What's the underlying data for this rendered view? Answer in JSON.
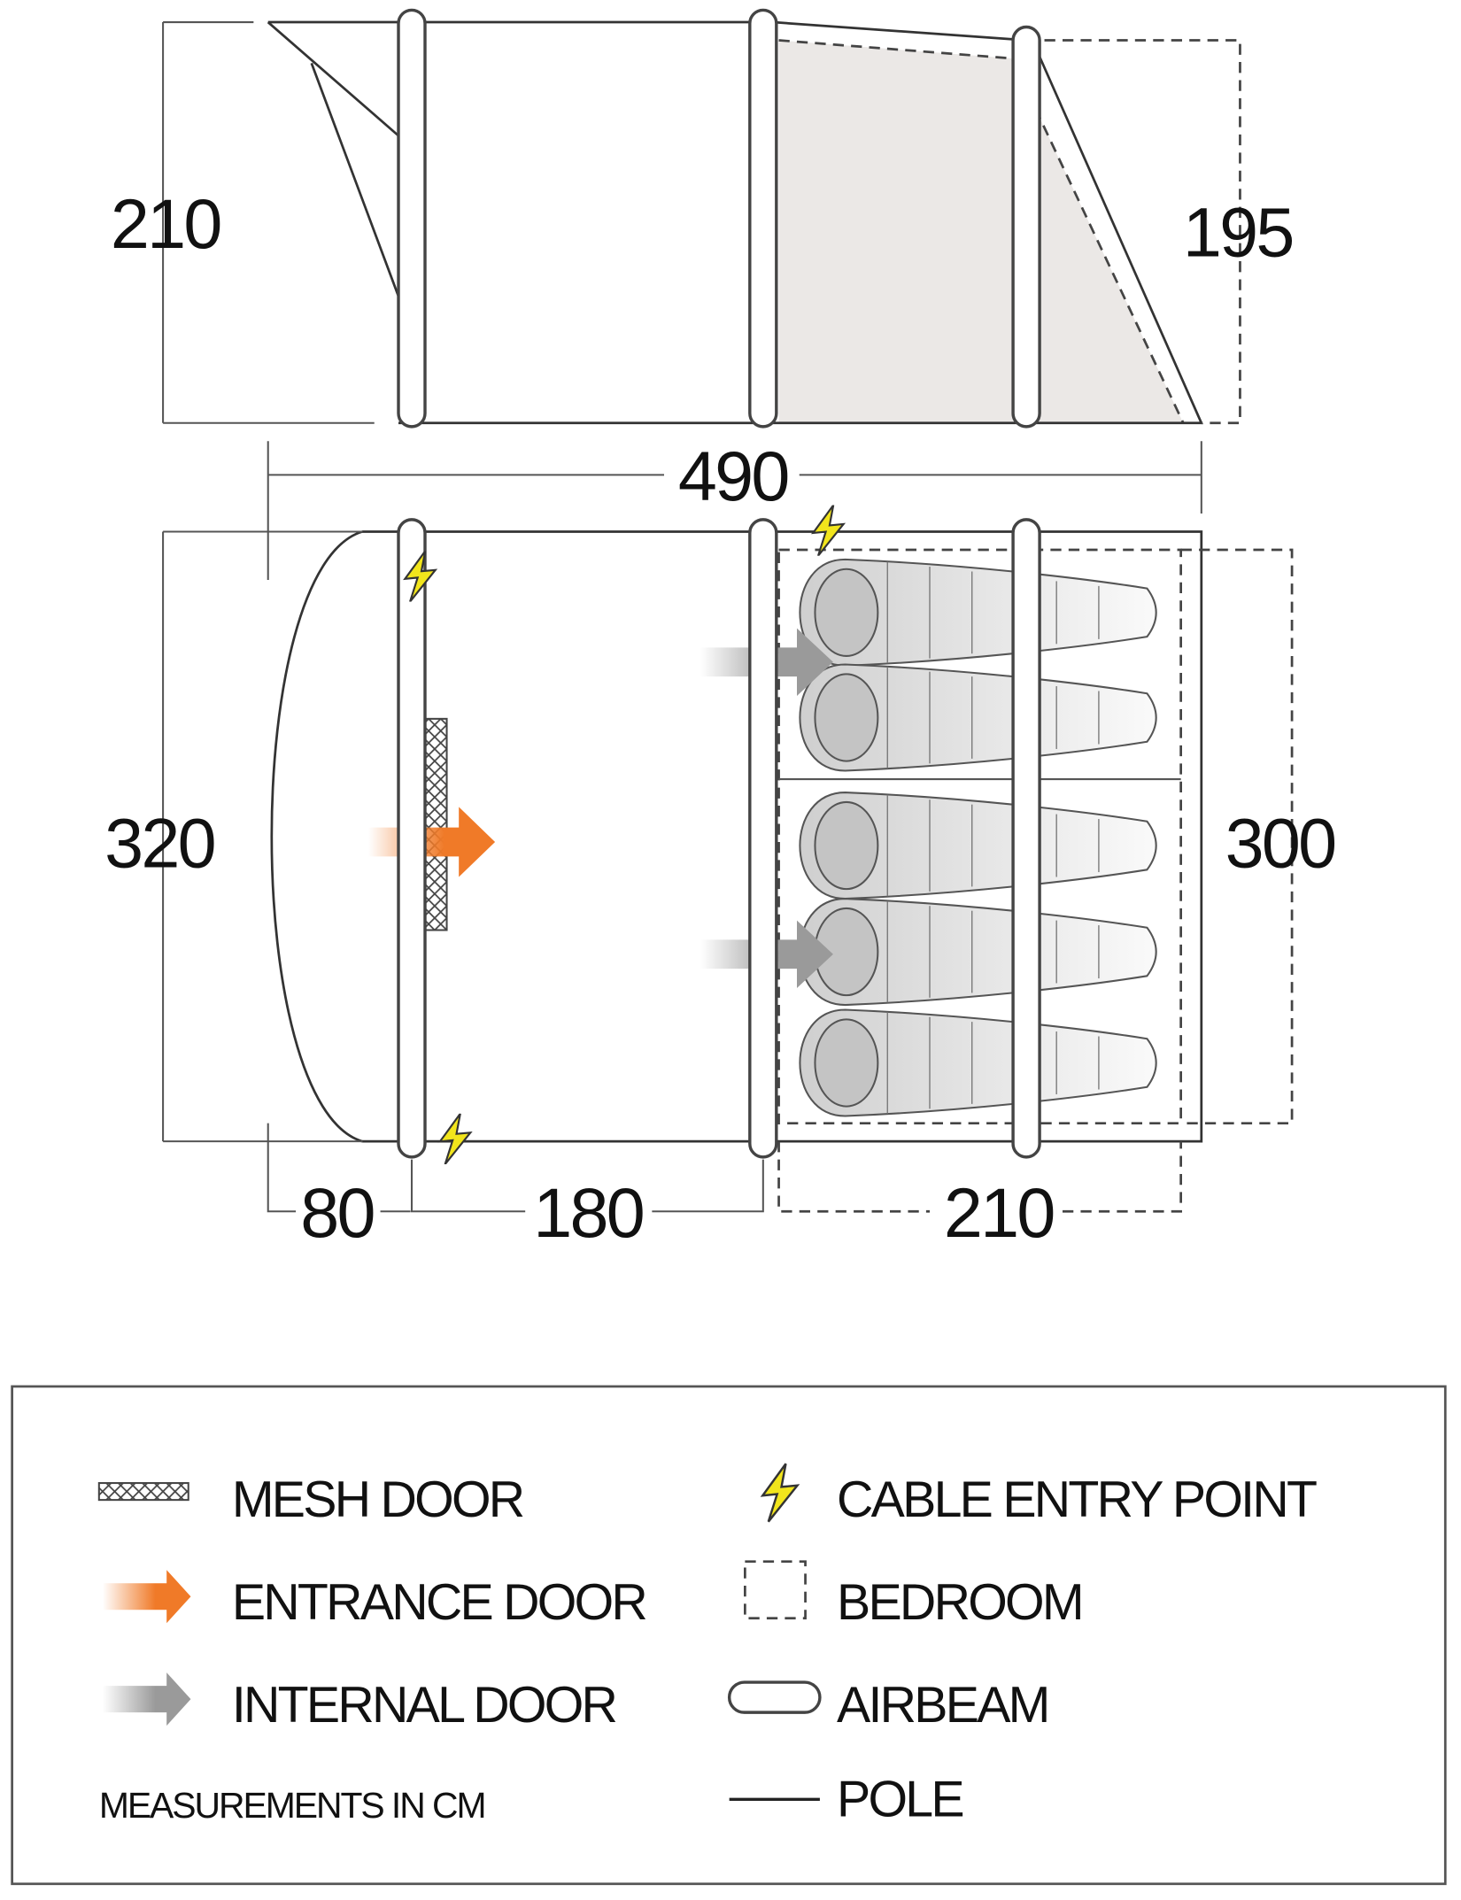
{
  "dimensions": {
    "side_height_front": "210",
    "side_height_rear": "195",
    "total_length": "490",
    "total_width": "320",
    "bedroom_width": "300",
    "porch_depth": "80",
    "living_depth": "180",
    "bedroom_depth": "210"
  },
  "sleeping_bags": 5,
  "legend": {
    "mesh_door": "MESH DOOR",
    "entrance_door": "ENTRANCE DOOR",
    "internal_door": "INTERNAL DOOR",
    "measurements_note": "MEASUREMENTS IN CM",
    "cable_entry_point": "CABLE ENTRY POINT",
    "bedroom": "BEDROOM",
    "airbeam": "AIRBEAM",
    "pole": "POLE"
  },
  "colors": {
    "entrance_arrow": "#f07a28",
    "internal_arrow": "#9a9a9a",
    "cable_bolt": "#f2e51c",
    "bedroom_fill": "#ebe8e6"
  }
}
